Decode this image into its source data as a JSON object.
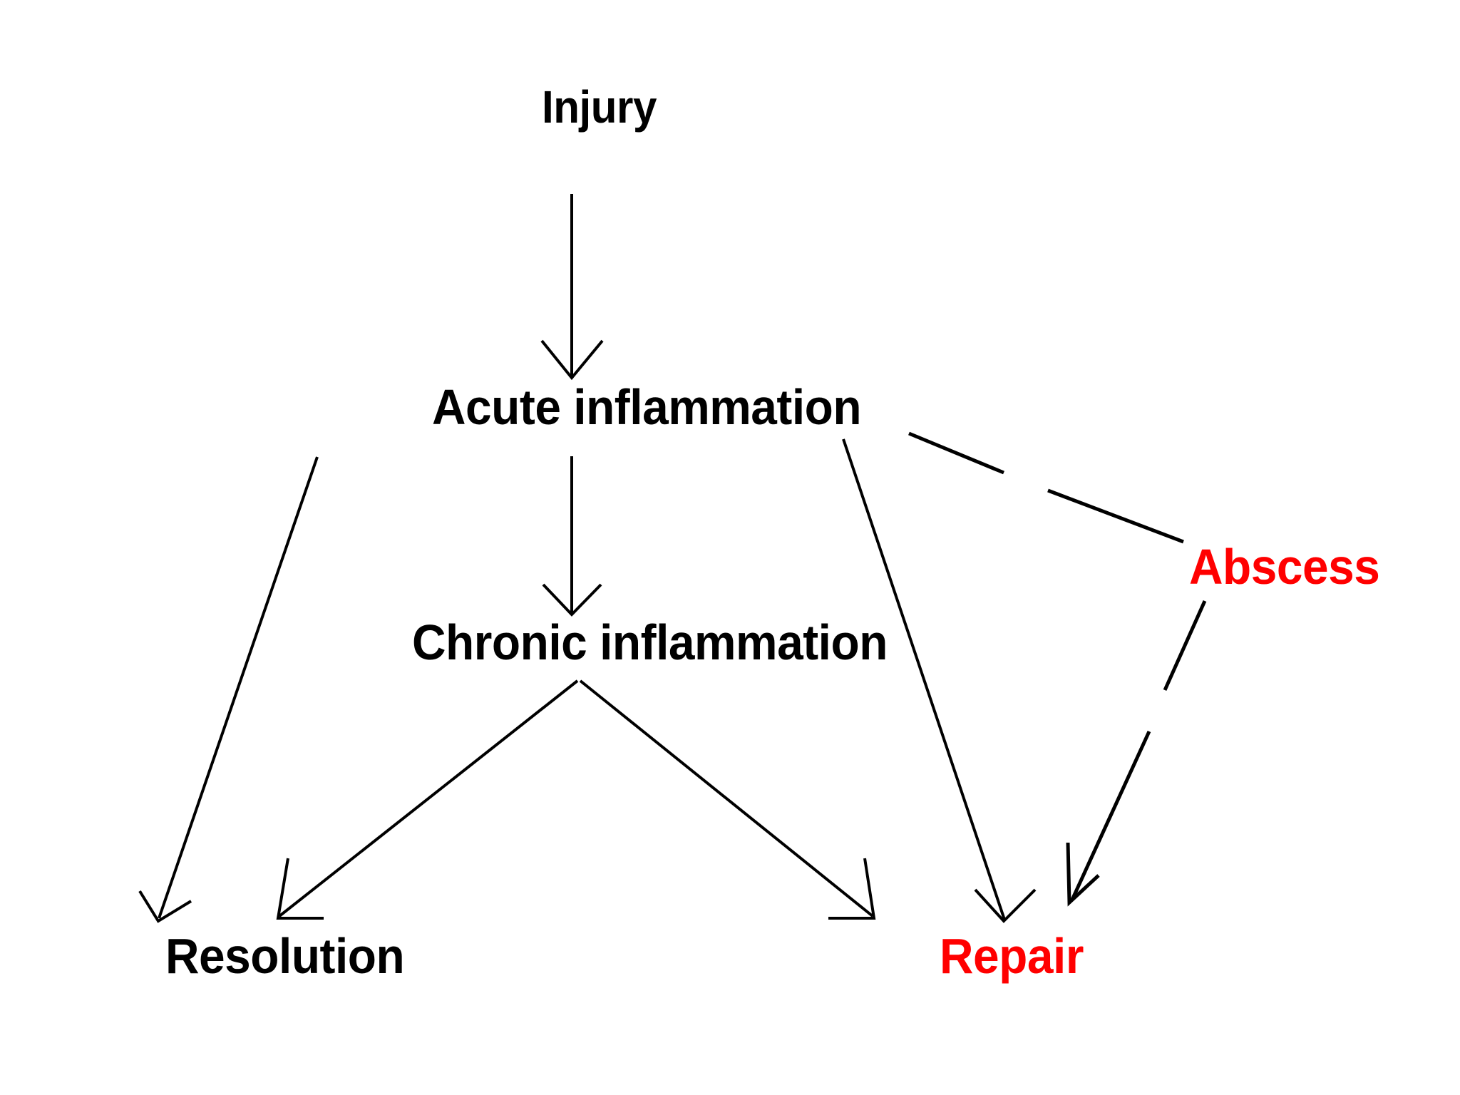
{
  "diagram": {
    "title": "Outcomes of inflammation flowchart",
    "background_color": "#ffffff",
    "line_color": "#000000",
    "accent_color": "#ff0000",
    "nodes": [
      {
        "id": "injury",
        "label": "Injury",
        "color": "#000000"
      },
      {
        "id": "acute",
        "label": "Acute inflammation",
        "color": "#000000"
      },
      {
        "id": "chronic",
        "label": "Chronic inflammation",
        "color": "#000000"
      },
      {
        "id": "abscess",
        "label": "Abscess",
        "color": "#ff0000"
      },
      {
        "id": "resolution",
        "label": "Resolution",
        "color": "#000000"
      },
      {
        "id": "repair",
        "label": "Repair",
        "color": "#ff0000"
      }
    ],
    "edges": [
      {
        "id": "injury-to-acute",
        "from": "Injury",
        "to": "Acute inflammation",
        "arrow": true
      },
      {
        "id": "acute-to-chronic",
        "from": "Acute inflammation",
        "to": "Chronic inflammation",
        "arrow": true
      },
      {
        "id": "acute-to-resolution",
        "from": "Acute inflammation",
        "to": "Resolution",
        "arrow": true
      },
      {
        "id": "acute-to-repair",
        "from": "Acute inflammation",
        "to": "Repair",
        "arrow": true
      },
      {
        "id": "acute-to-abscess",
        "from": "Acute inflammation",
        "to": "Abscess",
        "arrow": false
      },
      {
        "id": "chronic-to-resolution",
        "from": "Chronic inflammation",
        "to": "Resolution",
        "arrow": true
      },
      {
        "id": "chronic-to-repair",
        "from": "Chronic inflammation",
        "to": "Repair",
        "arrow": true
      },
      {
        "id": "abscess-to-repair",
        "from": "Abscess",
        "to": "Repair",
        "arrow": true
      }
    ]
  }
}
